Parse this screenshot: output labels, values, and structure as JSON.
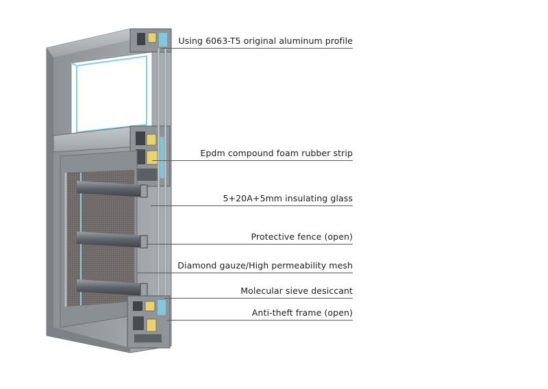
{
  "colors": {
    "frame_light": "#a9adb1",
    "frame_mid": "#8d9297",
    "frame_dark": "#5f6368",
    "glass_blue": "#7fd0ee",
    "mesh": "#6e6a6a",
    "gasket_yellow": "#e9d36a",
    "leader_line": "#555a5f"
  },
  "callouts": [
    {
      "label": "Using 6063-T5 original aluminum profile"
    },
    {
      "label": "Epdm compound foam rubber strip"
    },
    {
      "label": "5+20A+5mm insulating glass"
    },
    {
      "label": "Protective fence (open)"
    },
    {
      "label": "Diamond gauze/High permeability mesh"
    },
    {
      "label": "Molecular sieve desiccant"
    },
    {
      "label": "Anti-theft frame (open)"
    }
  ]
}
